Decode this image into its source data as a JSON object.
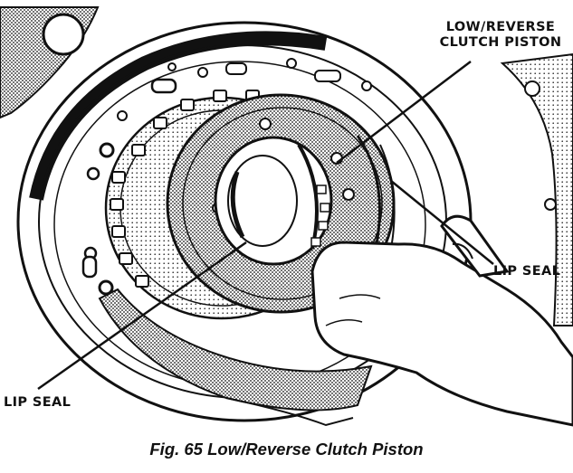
{
  "labels": {
    "piston_line1": "LOW/REVERSE",
    "piston_line2": "CLUTCH PISTON",
    "lip_seal_right": "LIP SEAL",
    "lip_seal_left": "LIP SEAL"
  },
  "caption": "Fig. 65 Low/Reverse Clutch Piston",
  "colors": {
    "ink": "#111111",
    "stipple": "#8a8a8a",
    "paper": "#ffffff"
  }
}
